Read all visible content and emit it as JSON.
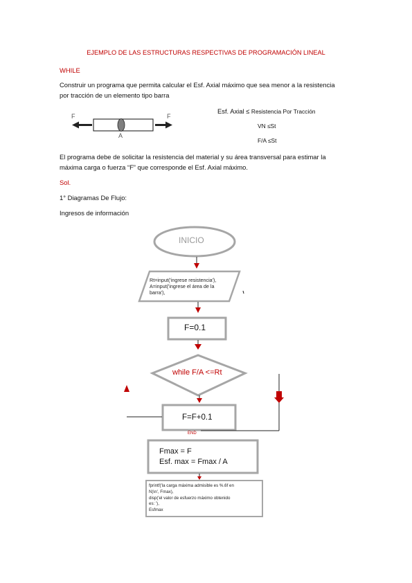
{
  "doc": {
    "title": "EJEMPLO DE LAS ESTRUCTURAS RESPECTIVAS DE PROGRAMACIÓN LINEAL",
    "section": "WHILE",
    "para1_line1": "Construir un programa que permita calcular el Esf. Axial máximo que sea menor a la resistencia",
    "para1_line2": "por tracción de un elemento tipo barra",
    "bar": {
      "force_left": "F",
      "force_right": "F",
      "area_label": "A"
    },
    "formula": {
      "line1_a": "Esf. Axial ≤",
      "line1_b": "Resistencia Por Tracción",
      "line2": "VN ≤St",
      "line3": "F/A ≤St"
    },
    "para2_line1": "El programa debe de solicitar la resistencia del material y su área transversal para estimar la",
    "para2_line2": "máxima carga o fuerza “F” que corresponde el Esf. Axial máximo.",
    "sol": "Sol.",
    "step1": "1° Diagramas De Flujo:",
    "step1_sub": "Ingresos de información"
  },
  "flowchart": {
    "start": "INICIO",
    "input_line1": "Rt=input('ingrese resistencia'),",
    "input_line2": "A=input('ingrese el área de la",
    "input_line3": "barra'),",
    "init": "F=0.1",
    "condition": "while F/A <=Rt",
    "increment": "F=F+0.1",
    "end_label": "END",
    "calc_line1": "Fmax = F",
    "calc_line2": "Esf. max = Fmax / A",
    "output_line1": "fprintf('la carga máxima admisible es %.6f en",
    "output_line2": "N)\\n', Fmax),",
    "output_line3": "disp('el valor de esfuerzo máximo obtenido",
    "output_line4": "es: '),",
    "output_line5": "Esfmax",
    "colors": {
      "accent": "#c00000",
      "shape_stroke": "#a6a6a6"
    }
  }
}
